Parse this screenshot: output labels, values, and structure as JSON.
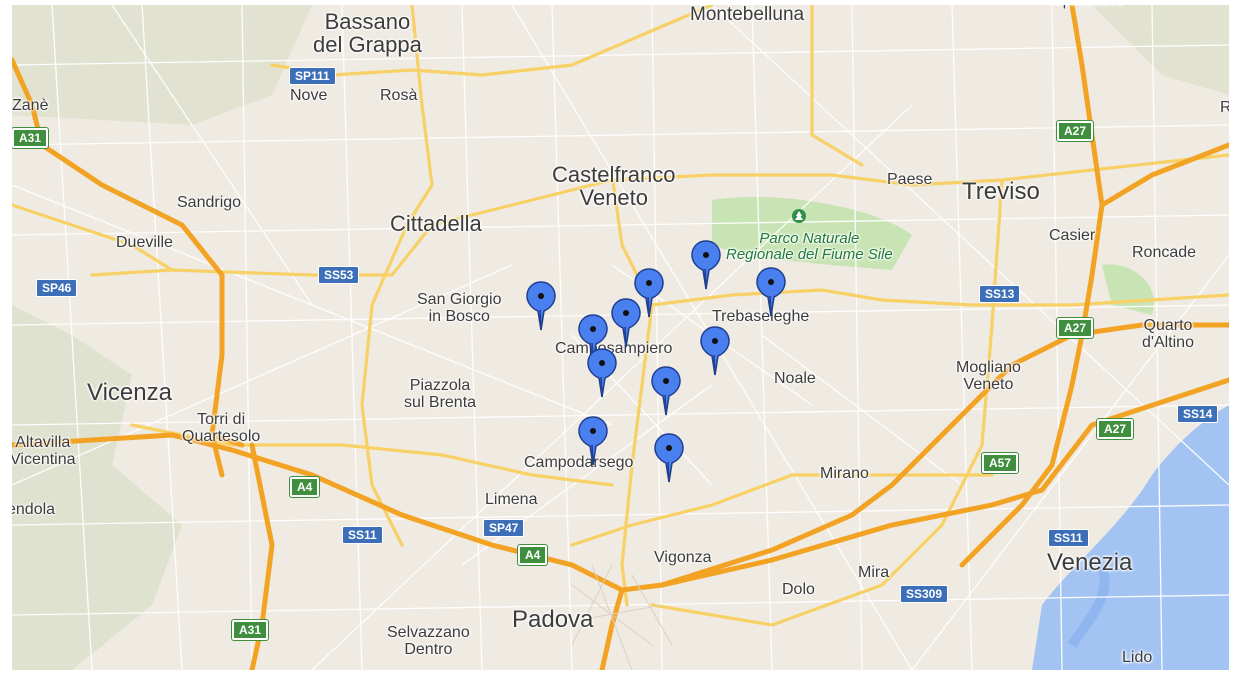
{
  "map": {
    "places": [
      {
        "id": "bassano",
        "text": "Bassano\ndel Grappa",
        "size": "lg"
      },
      {
        "id": "montebelluna",
        "text": "Montebelluna",
        "size": "md"
      },
      {
        "id": "spresiano",
        "text": "Spresiano",
        "size": "sm"
      },
      {
        "id": "nove",
        "text": "Nove",
        "size": "sm"
      },
      {
        "id": "rosa",
        "text": "Rosà",
        "size": "sm"
      },
      {
        "id": "zane",
        "text": "Zanè",
        "size": "sm"
      },
      {
        "id": "r",
        "text": "R",
        "size": "sm"
      },
      {
        "id": "sandrigo",
        "text": "Sandrigo",
        "size": "sm"
      },
      {
        "id": "castelfranco",
        "text": "Castelfranco\nVeneto",
        "size": "lg"
      },
      {
        "id": "paese",
        "text": "Paese",
        "size": "sm"
      },
      {
        "id": "treviso",
        "text": "Treviso",
        "size": "xl"
      },
      {
        "id": "dueville",
        "text": "Dueville",
        "size": "sm"
      },
      {
        "id": "cittadella",
        "text": "Cittadella",
        "size": "lg"
      },
      {
        "id": "casier",
        "text": "Casier",
        "size": "sm"
      },
      {
        "id": "roncade",
        "text": "Roncade",
        "size": "sm"
      },
      {
        "id": "sangiorgio",
        "text": "San Giorgio\nin Bosco",
        "size": "sm"
      },
      {
        "id": "trebaseleghe",
        "text": "Trebaseleghe",
        "size": "sm"
      },
      {
        "id": "quarto",
        "text": "Quarto\nd'Altino",
        "size": "sm"
      },
      {
        "id": "camposampiero",
        "text": "Camposampiero",
        "size": "sm"
      },
      {
        "id": "mogliano",
        "text": "Mogliano\nVeneto",
        "size": "sm"
      },
      {
        "id": "noale",
        "text": "Noale",
        "size": "sm"
      },
      {
        "id": "vicenza",
        "text": "Vicenza",
        "size": "xl"
      },
      {
        "id": "piazzola",
        "text": "Piazzola\nsul Brenta",
        "size": "sm"
      },
      {
        "id": "torri",
        "text": "Torri di\nQuartesolo",
        "size": "sm"
      },
      {
        "id": "altavilla",
        "text": "Altavilla\nVicentina",
        "size": "sm"
      },
      {
        "id": "campodarsego",
        "text": "Campodarsego",
        "size": "sm"
      },
      {
        "id": "mirano",
        "text": "Mirano",
        "size": "sm"
      },
      {
        "id": "endola",
        "text": "endola",
        "size": "sm"
      },
      {
        "id": "limena",
        "text": "Limena",
        "size": "sm"
      },
      {
        "id": "vigonza",
        "text": "Vigonza",
        "size": "sm"
      },
      {
        "id": "venezia",
        "text": "Venezia",
        "size": "xl"
      },
      {
        "id": "mira",
        "text": "Mira",
        "size": "sm"
      },
      {
        "id": "dolo",
        "text": "Dolo",
        "size": "sm"
      },
      {
        "id": "padova",
        "text": "Padova",
        "size": "xl"
      },
      {
        "id": "selvazzano",
        "text": "Selvazzano\nDentro",
        "size": "sm"
      },
      {
        "id": "lido",
        "text": "Lido",
        "size": "sm"
      }
    ],
    "park": {
      "text": "Parco Naturale\nRegionale del Fiume Sile",
      "icon": "tree-icon"
    },
    "shields": [
      {
        "id": "sp111",
        "text": "SP111",
        "kind": "blue"
      },
      {
        "id": "a31-top",
        "text": "A31",
        "kind": "green"
      },
      {
        "id": "a27-top",
        "text": "A27",
        "kind": "green"
      },
      {
        "id": "sp46",
        "text": "SP46",
        "kind": "blue"
      },
      {
        "id": "ss53",
        "text": "SS53",
        "kind": "blue"
      },
      {
        "id": "ss13",
        "text": "SS13",
        "kind": "blue"
      },
      {
        "id": "a27-mid",
        "text": "A27",
        "kind": "green"
      },
      {
        "id": "ss14",
        "text": "SS14",
        "kind": "blue"
      },
      {
        "id": "a27-low",
        "text": "A27",
        "kind": "green"
      },
      {
        "id": "a57",
        "text": "A57",
        "kind": "green"
      },
      {
        "id": "a4-left",
        "text": "A4",
        "kind": "green"
      },
      {
        "id": "ss11-left",
        "text": "SS11",
        "kind": "blue"
      },
      {
        "id": "sp47",
        "text": "SP47",
        "kind": "blue"
      },
      {
        "id": "a4-mid",
        "text": "A4",
        "kind": "green"
      },
      {
        "id": "ss11-right",
        "text": "SS11",
        "kind": "blue"
      },
      {
        "id": "ss309",
        "text": "SS309",
        "kind": "blue"
      },
      {
        "id": "a31-bottom",
        "text": "A31",
        "kind": "green"
      }
    ],
    "markers": [
      {
        "id": "marker-1",
        "icon": "map-pin-icon"
      },
      {
        "id": "marker-2",
        "icon": "map-pin-icon"
      },
      {
        "id": "marker-3",
        "icon": "map-pin-icon"
      },
      {
        "id": "marker-4",
        "icon": "map-pin-icon"
      },
      {
        "id": "marker-5",
        "icon": "map-pin-icon"
      },
      {
        "id": "marker-6",
        "icon": "map-pin-icon"
      },
      {
        "id": "marker-7",
        "icon": "map-pin-icon"
      },
      {
        "id": "marker-8",
        "icon": "map-pin-icon"
      },
      {
        "id": "marker-9",
        "icon": "map-pin-icon"
      },
      {
        "id": "marker-10",
        "icon": "map-pin-icon"
      },
      {
        "id": "marker-11",
        "icon": "map-pin-icon"
      }
    ],
    "colors": {
      "land": "#efeae2",
      "water": "#a3c4f3",
      "motorway": "#f3a323",
      "primary": "#fbd568",
      "minor": "#ffffff",
      "park": "#bfe0a6",
      "marker": "#4a7ff0"
    }
  }
}
